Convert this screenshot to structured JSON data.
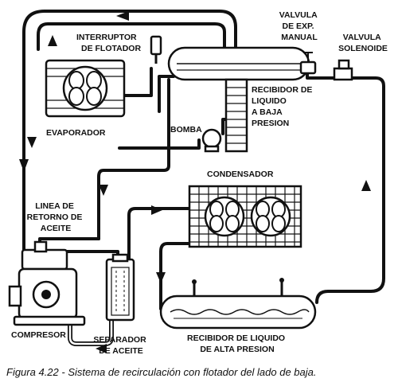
{
  "labels": {
    "interruptor": [
      "INTERRUPTOR",
      "DE FLOTADOR"
    ],
    "valvula_exp": [
      "VALVULA",
      "DE EXP.",
      "MANUAL"
    ],
    "valvula_sol": [
      "VALVULA",
      "SOLENOIDE"
    ],
    "recibidor_baja": [
      "RECIBIDOR DE",
      "LIQUIDO",
      "A BAJA",
      "PRESION"
    ],
    "evaporador": "EVAPORADOR",
    "bomba": "BOMBA",
    "condensador": "CONDENSADOR",
    "linea_retorno": [
      "LINEA DE",
      "RETORNO DE",
      "ACEITE"
    ],
    "compresor": "COMPRESOR",
    "separador": [
      "SEPARADOR",
      "DE ACEITE"
    ],
    "recibidor_alta": [
      "RECIBIDOR DE LIQUIDO",
      "DE ALTA PRESION"
    ]
  },
  "caption": "Figura 4.22 - Sistema de recirculación con flotador del lado de baja."
}
